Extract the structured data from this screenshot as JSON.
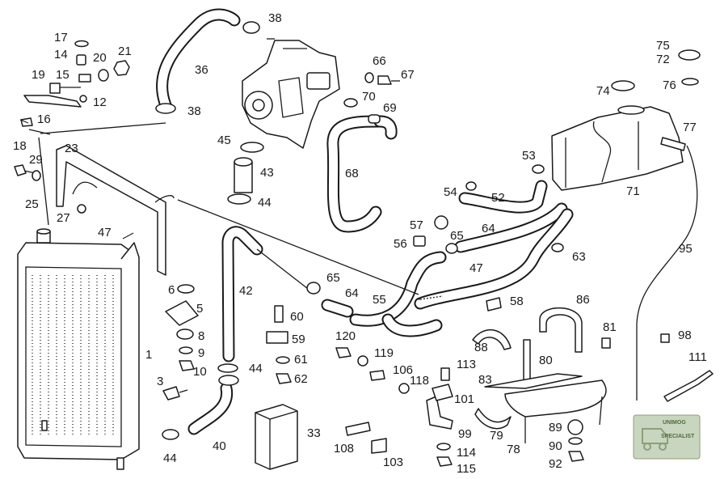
{
  "labels": [
    {
      "id": "p1",
      "text": "1"
    },
    {
      "id": "p3",
      "text": "3"
    },
    {
      "id": "p5",
      "text": "5"
    },
    {
      "id": "p6",
      "text": "6"
    },
    {
      "id": "p8",
      "text": "8"
    },
    {
      "id": "p9",
      "text": "9"
    },
    {
      "id": "p10",
      "text": "10"
    },
    {
      "id": "p12",
      "text": "12"
    },
    {
      "id": "p14",
      "text": "14"
    },
    {
      "id": "p15",
      "text": "15"
    },
    {
      "id": "p16",
      "text": "16"
    },
    {
      "id": "p17",
      "text": "17"
    },
    {
      "id": "p18",
      "text": "18"
    },
    {
      "id": "p19",
      "text": "19"
    },
    {
      "id": "p20",
      "text": "20"
    },
    {
      "id": "p21",
      "text": "21"
    },
    {
      "id": "p23",
      "text": "23"
    },
    {
      "id": "p25",
      "text": "25"
    },
    {
      "id": "p27",
      "text": "27"
    },
    {
      "id": "p29",
      "text": "29"
    },
    {
      "id": "p33",
      "text": "33"
    },
    {
      "id": "p36",
      "text": "36"
    },
    {
      "id": "p38a",
      "text": "38"
    },
    {
      "id": "p38b",
      "text": "38"
    },
    {
      "id": "p40",
      "text": "40"
    },
    {
      "id": "p42",
      "text": "42"
    },
    {
      "id": "p43",
      "text": "43"
    },
    {
      "id": "p44a",
      "text": "44"
    },
    {
      "id": "p44b",
      "text": "44"
    },
    {
      "id": "p44c",
      "text": "44"
    },
    {
      "id": "p45",
      "text": "45"
    },
    {
      "id": "p47a",
      "text": "47"
    },
    {
      "id": "p47b",
      "text": "47"
    },
    {
      "id": "p52",
      "text": "52"
    },
    {
      "id": "p53",
      "text": "53"
    },
    {
      "id": "p54",
      "text": "54"
    },
    {
      "id": "p55",
      "text": "55"
    },
    {
      "id": "p56",
      "text": "56"
    },
    {
      "id": "p57",
      "text": "57"
    },
    {
      "id": "p58",
      "text": "58"
    },
    {
      "id": "p59",
      "text": "59"
    },
    {
      "id": "p60",
      "text": "60"
    },
    {
      "id": "p61",
      "text": "61"
    },
    {
      "id": "p62",
      "text": "62"
    },
    {
      "id": "p63",
      "text": "63"
    },
    {
      "id": "p64a",
      "text": "64"
    },
    {
      "id": "p64b",
      "text": "64"
    },
    {
      "id": "p65a",
      "text": "65"
    },
    {
      "id": "p65b",
      "text": "65"
    },
    {
      "id": "p66",
      "text": "66"
    },
    {
      "id": "p67",
      "text": "67"
    },
    {
      "id": "p68",
      "text": "68"
    },
    {
      "id": "p69",
      "text": "69"
    },
    {
      "id": "p70",
      "text": "70"
    },
    {
      "id": "p71",
      "text": "71"
    },
    {
      "id": "p72",
      "text": "72"
    },
    {
      "id": "p74",
      "text": "74"
    },
    {
      "id": "p75",
      "text": "75"
    },
    {
      "id": "p76",
      "text": "76"
    },
    {
      "id": "p77",
      "text": "77"
    },
    {
      "id": "p78",
      "text": "78"
    },
    {
      "id": "p79",
      "text": "79"
    },
    {
      "id": "p80",
      "text": "80"
    },
    {
      "id": "p81",
      "text": "81"
    },
    {
      "id": "p83",
      "text": "83"
    },
    {
      "id": "p86",
      "text": "86"
    },
    {
      "id": "p88",
      "text": "88"
    },
    {
      "id": "p89",
      "text": "89"
    },
    {
      "id": "p90",
      "text": "90"
    },
    {
      "id": "p92",
      "text": "92"
    },
    {
      "id": "p95",
      "text": "95"
    },
    {
      "id": "p98",
      "text": "98"
    },
    {
      "id": "p99",
      "text": "99"
    },
    {
      "id": "p101",
      "text": "101"
    },
    {
      "id": "p103",
      "text": "103"
    },
    {
      "id": "p106",
      "text": "106"
    },
    {
      "id": "p108",
      "text": "108"
    },
    {
      "id": "p111",
      "text": "111"
    },
    {
      "id": "p113",
      "text": "113"
    },
    {
      "id": "p114",
      "text": "114"
    },
    {
      "id": "p115",
      "text": "115"
    },
    {
      "id": "p118",
      "text": "118"
    },
    {
      "id": "p119",
      "text": "119"
    },
    {
      "id": "p120",
      "text": "120"
    }
  ],
  "watermark": {
    "line1": "UNIMOG",
    "line2": "SPECIALIST",
    "color": "#8aa07a"
  }
}
